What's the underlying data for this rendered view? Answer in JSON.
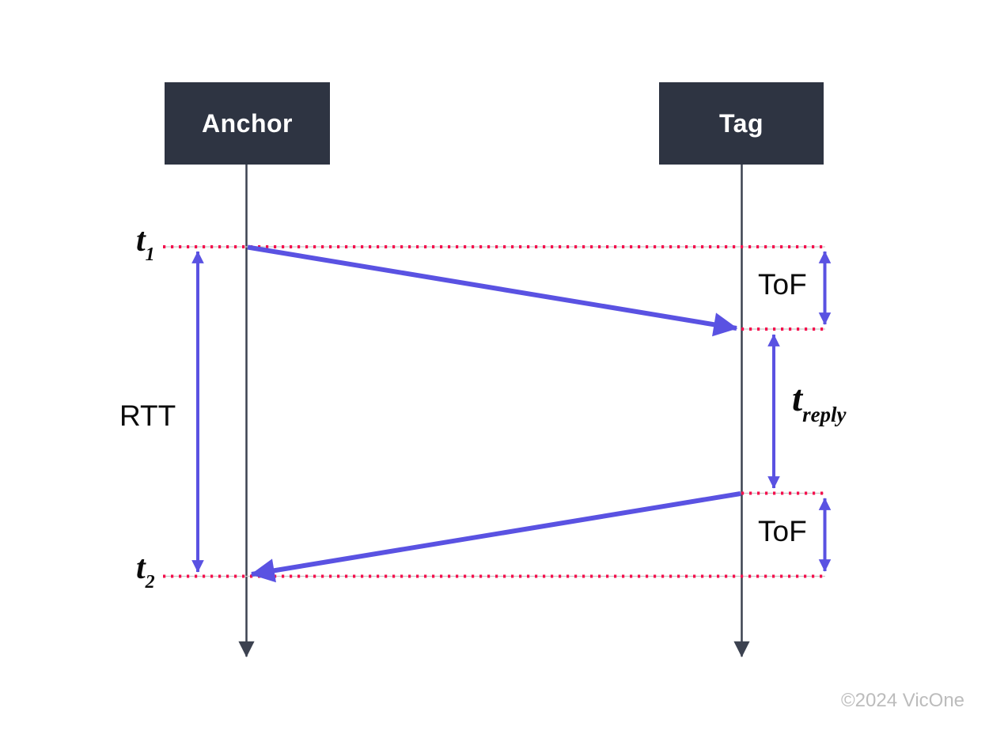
{
  "diagram": {
    "type": "sequence-diagram",
    "actors": [
      {
        "name": "Anchor"
      },
      {
        "name": "Tag"
      }
    ],
    "labels": {
      "t1_base": "t",
      "t1_sub": "1",
      "t2_base": "t",
      "t2_sub": "2",
      "rtt": "RTT",
      "tof_upper": "ToF",
      "tof_lower": "ToF",
      "t_reply_base": "t",
      "t_reply_sub": "reply"
    },
    "messages": [
      {
        "from": "Anchor",
        "to": "Tag",
        "departs_at": "t1"
      },
      {
        "from": "Tag",
        "to": "Anchor",
        "arrives_at": "t2"
      }
    ],
    "watermark": "©2024 VicOne",
    "colors": {
      "actor_box": "#2e3442",
      "actor_text": "#ffffff",
      "lifeline": "#3c4250",
      "arrow_blue": "#5a52e2",
      "dot_red": "#f4104e",
      "underlay_gray": "#c9c9c9",
      "label_text": "#0b0b0b",
      "watermark_gray": "#bcbcbc"
    }
  }
}
